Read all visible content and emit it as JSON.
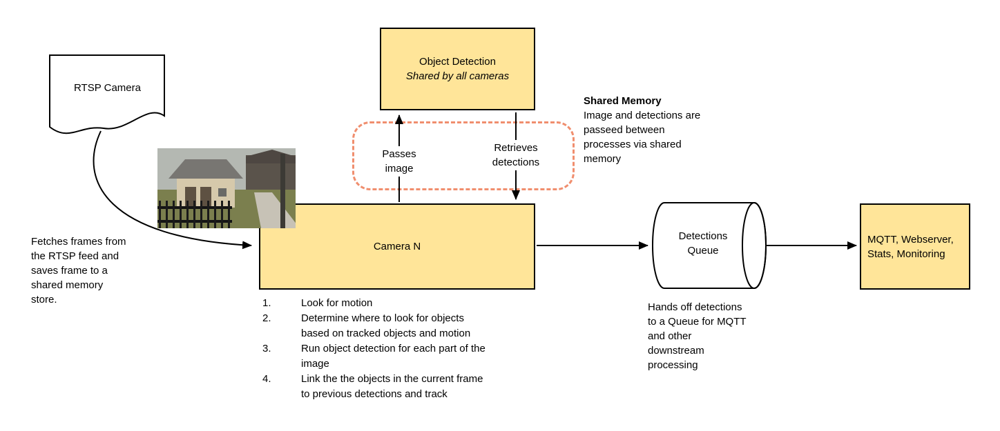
{
  "colors": {
    "node_fill": "#FFE599",
    "node_border": "#000000",
    "shared_memory_dash": "#F08E6E",
    "connector": "#000000"
  },
  "nodes": {
    "rtsp": {
      "label": "RTSP Camera"
    },
    "object_detection": {
      "title": "Object Detection",
      "subtitle": "Shared by all cameras"
    },
    "camera_n": {
      "label": "Camera N"
    },
    "queue": {
      "label": "Detections Queue"
    },
    "outputs": {
      "label": "MQTT, Webserver, Stats, Monitoring"
    }
  },
  "edges": {
    "passes_image": "Passes image",
    "retrieves_detections": "Retrieves detections"
  },
  "notes": {
    "fetch": "Fetches frames from the RTSP feed and saves frame to a shared memory store.",
    "shared_memory_title": "Shared Memory",
    "shared_memory_body": "Image and detections are passeed between processes via shared memory",
    "handoff": "Hands off detections to a Queue for MQTT and other downstream processing"
  },
  "camera_steps": [
    "Look for motion",
    "Determine where to look for objects based on tracked objects and motion",
    "Run object detection for each part of the image",
    "Link the the objects in the current frame to previous detections and track"
  ]
}
